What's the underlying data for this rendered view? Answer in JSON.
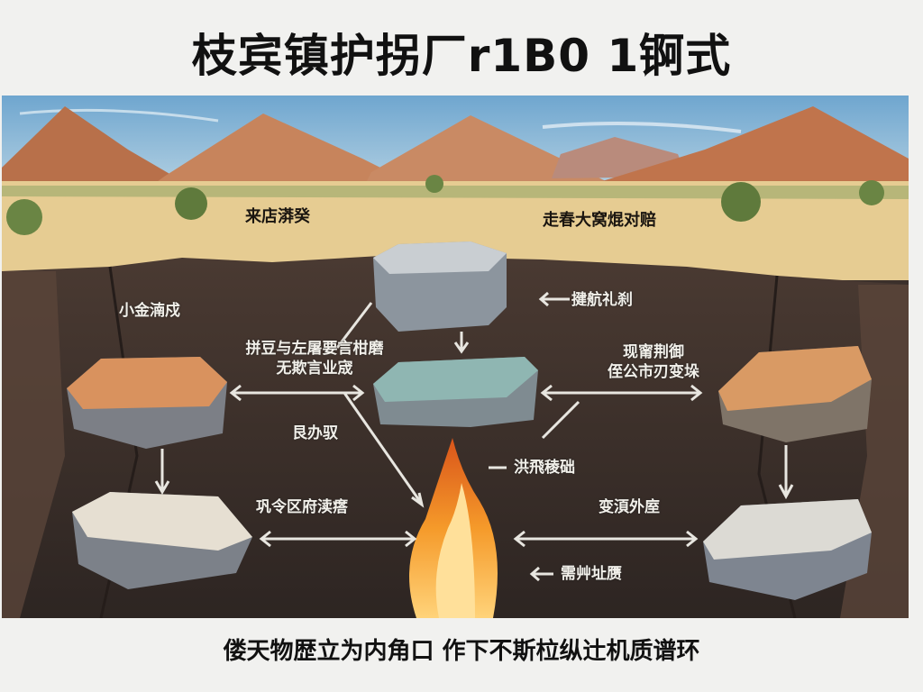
{
  "title": "枝宾镇护拐厂r1B0 1锕式",
  "footer": "偻天物歴立为内角口 作下不斯柆纵辻机质谱环",
  "scene": {
    "description": "Desert landscape with mountains above a canyon cross-section showing a rock cycle diagram with six floating rock slabs, arrows, and a central fire (magma)",
    "colors": {
      "sky": "#8fb9d6",
      "mountain": "#c47a52",
      "desert": "#e6cc92",
      "canyon": "#3b302b",
      "fire": "#f28a24",
      "arrow": "#e8e6e0"
    }
  },
  "labels": {
    "surface_left": "来店漭癸",
    "surface_right": "走春大窝焜对赔",
    "left_upper": "小⾦湳戍",
    "center_left_line1": "拼豆与左屠要⾔柑磨",
    "center_left_line2": "无欺⾔业宬",
    "top_right_arrow": "揵航礼刹",
    "right_upper_line1": "现甯荆御",
    "right_upper_line2": "侄公市刃变垛",
    "center_mid": "⾉办驭",
    "fire_right": "洪飛稜础",
    "bottom_left": "巩令区府渎瘩",
    "bottom_right": "变湏外庢",
    "bottom_right_arrow": "需⾋址赝"
  },
  "rocks": [
    {
      "id": "top-center",
      "type": "igneous-gray",
      "color": "#9aa3ab"
    },
    {
      "id": "middle-center",
      "type": "metamorphic-teal",
      "color": "#8fb6b2"
    },
    {
      "id": "left-upper",
      "type": "sedimentary-orange",
      "color": "#d9925e"
    },
    {
      "id": "left-lower",
      "type": "white-marble",
      "color": "#e6dfd2"
    },
    {
      "id": "right-upper",
      "type": "sedimentary-orange",
      "color": "#d99a64"
    },
    {
      "id": "right-lower",
      "type": "white-gray",
      "color": "#dcdad4"
    }
  ]
}
